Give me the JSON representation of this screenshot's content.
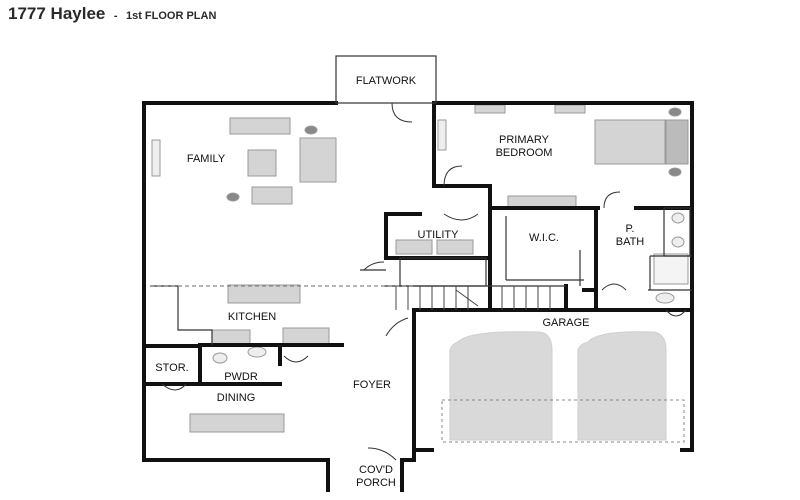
{
  "header": {
    "title": "1777 Haylee",
    "separator": "-",
    "subtitle": "1st FLOOR PLAN"
  },
  "rooms": {
    "flatwork": "FLATWORK",
    "family": "FAMILY",
    "primary_bedroom_1": "PRIMARY",
    "primary_bedroom_2": "BEDROOM",
    "utility": "UTILITY",
    "wic": "W.I.C.",
    "pbath_1": "P.",
    "pbath_2": "BATH",
    "kitchen": "KITCHEN",
    "garage": "GARAGE",
    "stor": "STOR.",
    "pwdr": "PWDR",
    "foyer": "FOYER",
    "dining": "DINING",
    "porch_1": "COV'D",
    "porch_2": "PORCH"
  },
  "colors": {
    "wall": "#111111",
    "furniture": "#d4d4d4",
    "furniture_dark": "#9a9a9a",
    "vehicle": "#d9d9d9",
    "line": "#666666"
  }
}
